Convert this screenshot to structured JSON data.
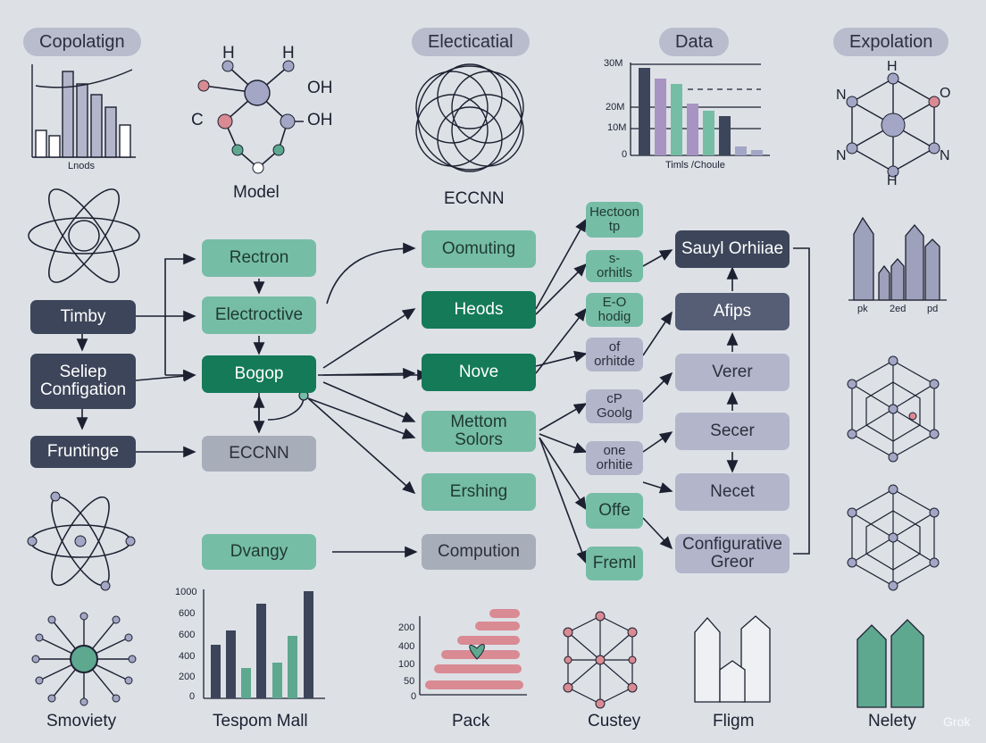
{
  "headers": {
    "h1": "Copolatign",
    "h2": "Electicatial",
    "h3": "Data",
    "h4": "Expolation"
  },
  "top": {
    "mini_chart_label": "Lnods",
    "molecule_label": "Model",
    "mol_h1": "H",
    "mol_h2": "H",
    "mol_oh1": "OH",
    "mol_oh2": "OH",
    "mol_c": "C",
    "circle_label": "ECCNN",
    "hex_h_top": "H",
    "hex_h_bottom": "H",
    "hex_n_left": "N",
    "hex_n_left2": "N",
    "hex_o": "O",
    "hex_n_right": "N"
  },
  "data_chart": {
    "y_labels": [
      "30M",
      "20M",
      "10M",
      "0"
    ],
    "x_label": "Timls /Choule"
  },
  "crystal_labels": [
    "pk",
    "2ed",
    "pd"
  ],
  "nodes": {
    "timby": "Timby",
    "setup": "Seliep\nConfigation",
    "frontinge": "Fruntinge",
    "rectron": "Rectron",
    "electroctive": "Electroctive",
    "bogop": "Bogop",
    "eccnn": "ECCNN",
    "dvangy": "Dvangy",
    "oomuting": "Oomuting",
    "heods": "Heods",
    "nove": "Nove",
    "mettom": "Mettom\nSolors",
    "ershing": "Ershing",
    "computation": "Compution",
    "hectron": "Hectoon\ntp",
    "orbit1": "s-\norhitls",
    "eo": "E-O\nhodig",
    "of_orbit": "of\norhitde",
    "cp": "cP\nGoolg",
    "one_orbit": "one\norhitie",
    "offe": "Offe",
    "freml": "Freml",
    "sauyl": "Sauyl Orhiiae",
    "afips": "Afips",
    "verer": "Verer",
    "secer": "Secer",
    "necet": "Necet",
    "config": "Configurative\nGreor"
  },
  "bottom": {
    "b1": "Smoviety",
    "b2": "Tespom Mall",
    "b3": "Pack",
    "b4": "Custey",
    "b5": "Fligm",
    "b6": "Nelety",
    "bar_y": [
      "1000",
      "600",
      "600",
      "400",
      "200",
      "0"
    ],
    "pack_y": [
      "200",
      "400",
      "100",
      "50",
      "0"
    ]
  },
  "watermark": "Grok",
  "colors": {
    "background": "#dde1e6",
    "mint": "#76bda6",
    "green": "#147a58",
    "navy": "#3c4559",
    "lavender": "#b3b6ca",
    "pink": "#d98a93"
  }
}
